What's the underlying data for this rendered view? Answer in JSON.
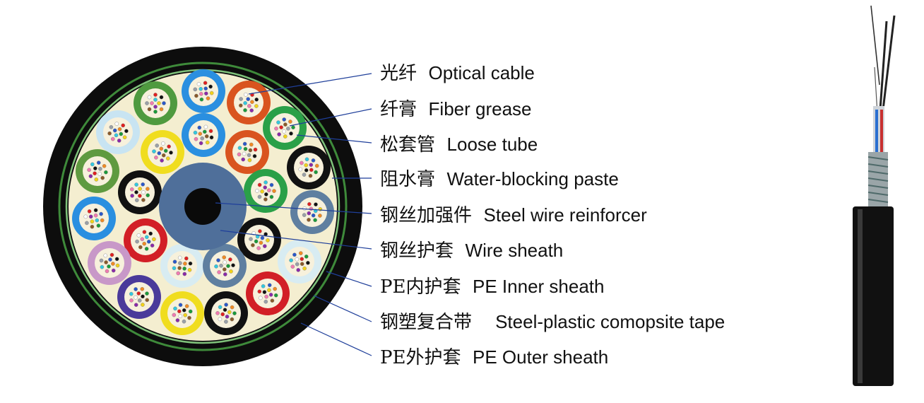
{
  "labels": [
    {
      "zh": "光纤",
      "en": "Optical cable"
    },
    {
      "zh": "纤膏",
      "en": "Fiber grease"
    },
    {
      "zh": "松套管",
      "en": "Loose tube"
    },
    {
      "zh": "阻水膏",
      "en": "Water-blocking paste"
    },
    {
      "zh": "钢丝加强件",
      "en": "Steel wire reinforcer"
    },
    {
      "zh": "钢丝护套",
      "en": "Wire sheath"
    },
    {
      "zh": "PE内护套",
      "en": "PE Inner sheath"
    },
    {
      "zh": "钢塑复合带",
      "en": "Steel-plastic comopsite tape"
    },
    {
      "zh": "PE外护套",
      "en": "PE Outer sheath"
    }
  ],
  "colors": {
    "outer_sheath": "#0d0d0d",
    "tape_green": "#3e8a3a",
    "paste": "#f4eed0",
    "core": "#4f6f9a",
    "wire": "#0a0a0a",
    "leader": "#1f3f9a"
  },
  "fiber_colors": [
    "#2b58c8",
    "#f08a24",
    "#1b9a3a",
    "#8a5a2a",
    "#9aa0a8",
    "#ffffff",
    "#e02020",
    "#111111",
    "#f2d21a",
    "#8a2aa8",
    "#f07ab0",
    "#33c8e0"
  ]
}
